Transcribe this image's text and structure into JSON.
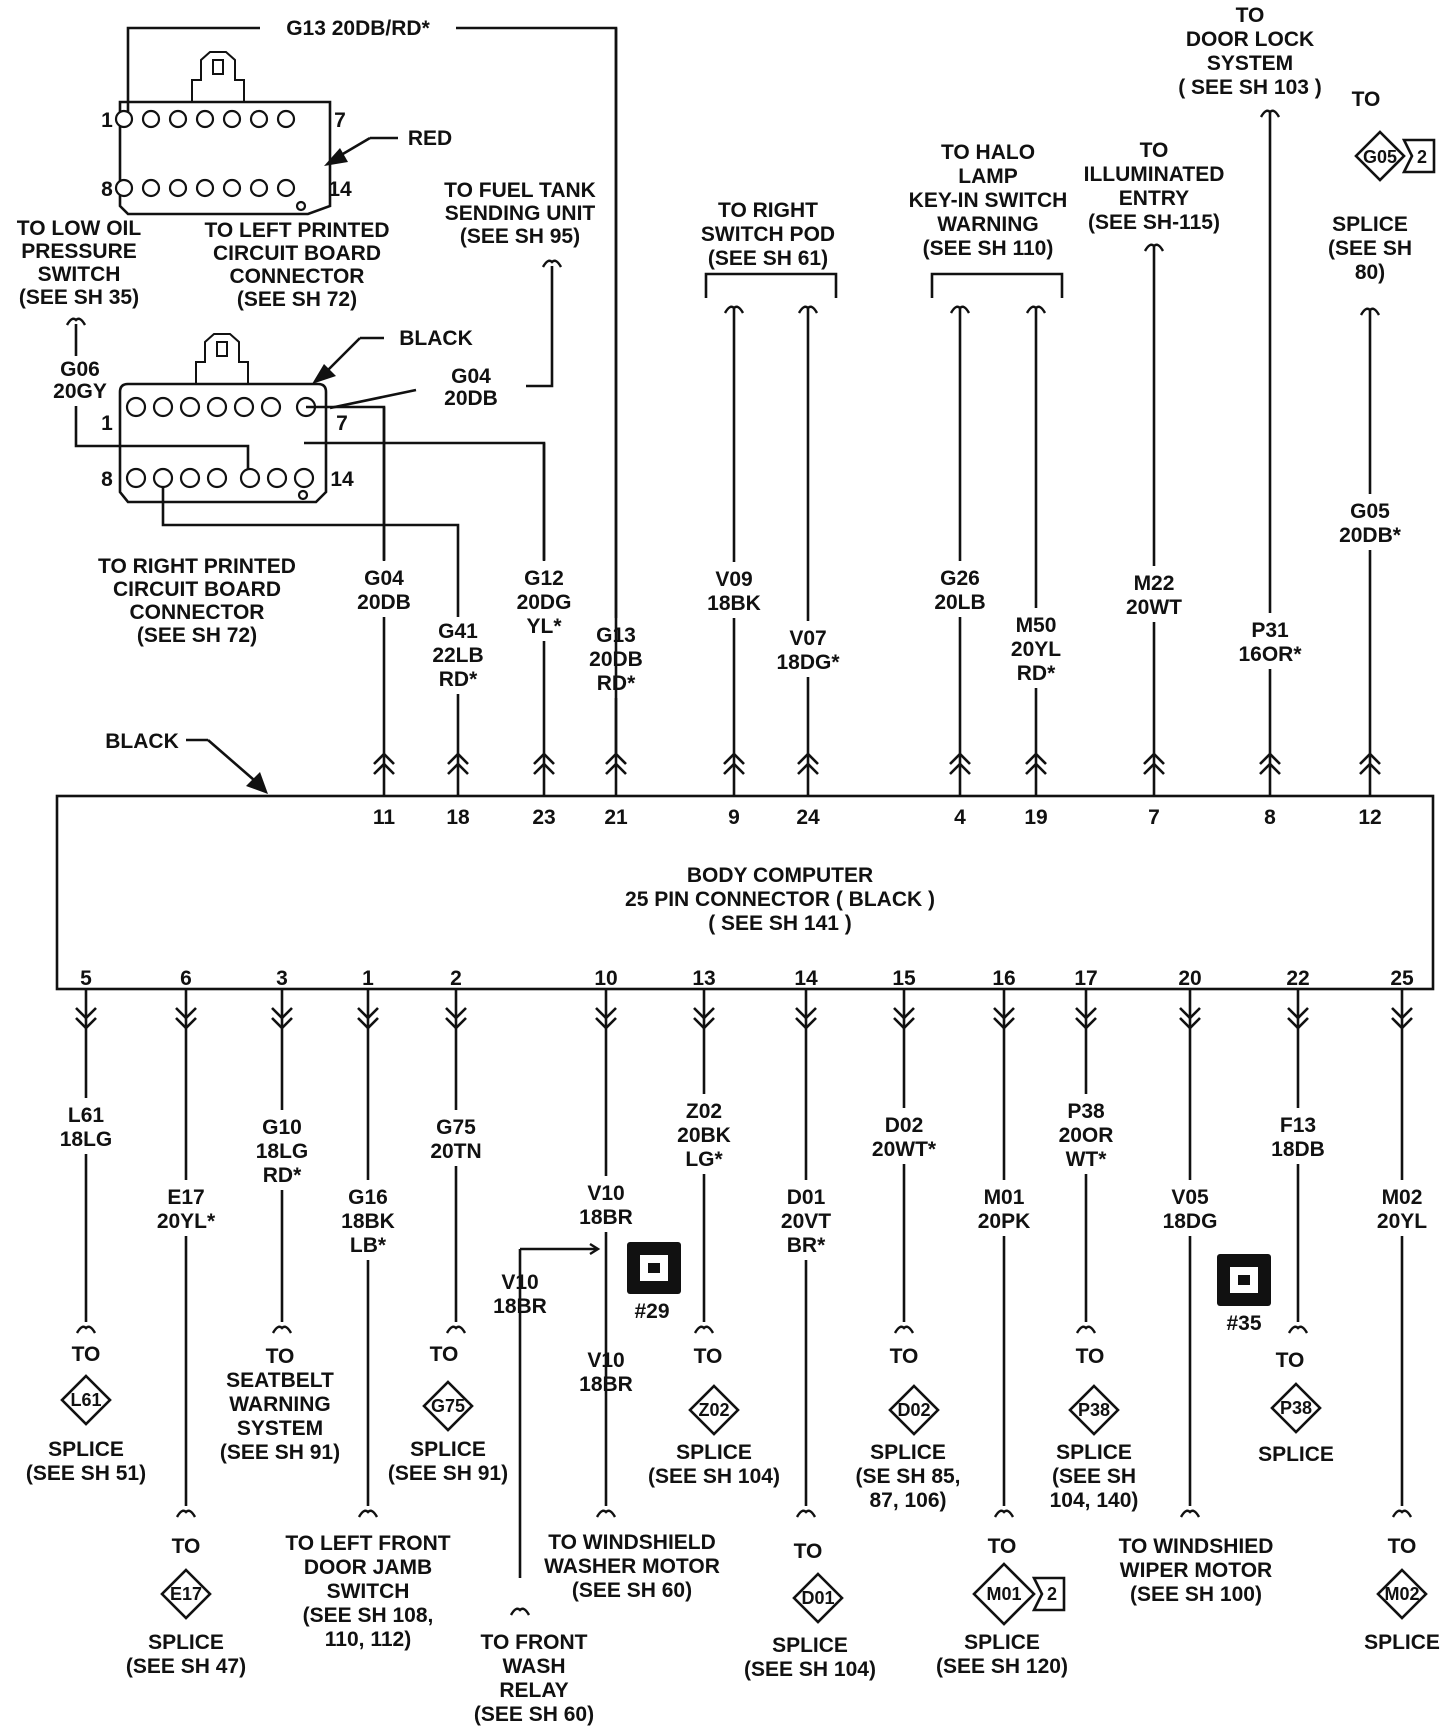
{
  "connectors": {
    "red": {
      "color_label": "RED",
      "pin_first_top": "1",
      "pin_last_top": "7",
      "pin_first_bottom": "8",
      "pin_last_bottom": "14",
      "dest": [
        "TO LEFT PRINTED",
        "CIRCUIT BOARD",
        "CONNECTOR",
        "(SEE SH 72)"
      ]
    },
    "black": {
      "color_label": "BLACK",
      "pin_first_top": "1",
      "pin_last_top": "7",
      "pin_first_bottom": "8",
      "pin_last_bottom": "14",
      "dest": [
        "TO RIGHT PRINTED",
        "CIRCUIT BOARD",
        "CONNECTOR",
        "(SEE SH 72)"
      ]
    }
  },
  "g13_top_label": "G13 20DB/RD*",
  "low_oil": {
    "dest": [
      "TO LOW OIL",
      "PRESSURE",
      "SWITCH",
      "(SEE SH 35)"
    ],
    "wire": [
      "G06",
      "20GY"
    ]
  },
  "fuel_tank": {
    "dest": [
      "TO FUEL TANK",
      "SENDING UNIT",
      "(SEE SH 95)"
    ],
    "wire": [
      "G04",
      "20DB"
    ]
  },
  "body_computer": {
    "title": "BODY COMPUTER",
    "subtitle": "25 PIN CONNECTOR ( BLACK )",
    "ref": "( SEE SH 141 )",
    "color_label": "BLACK"
  },
  "top_wires": [
    {
      "pin": "11",
      "wire": [
        "G04",
        "20DB"
      ]
    },
    {
      "pin": "18",
      "wire": [
        "G41",
        "22LB",
        "RD*"
      ]
    },
    {
      "pin": "23",
      "wire": [
        "G12",
        "20DG",
        "YL*"
      ]
    },
    {
      "pin": "21",
      "wire": [
        "G13",
        "20DB",
        "RD*"
      ]
    },
    {
      "pin": "9",
      "wire": [
        "V09",
        "18BK"
      ]
    },
    {
      "pin": "24",
      "wire": [
        "V07",
        "18DG*"
      ]
    },
    {
      "pin": "4",
      "wire": [
        "G26",
        "20LB"
      ]
    },
    {
      "pin": "19",
      "wire": [
        "M50",
        "20YL",
        "RD*"
      ]
    },
    {
      "pin": "7",
      "wire": [
        "M22",
        "20WT"
      ]
    },
    {
      "pin": "8",
      "wire": [
        "P31",
        "16OR*"
      ]
    },
    {
      "pin": "12",
      "wire": [
        "G05",
        "20DB*"
      ]
    }
  ],
  "top_destinations": {
    "right_switch_pod": [
      "TO RIGHT",
      "SWITCH  POD",
      "(SEE SH 61)"
    ],
    "halo_lamp": [
      "TO HALO",
      "LAMP",
      "KEY-IN SWITCH",
      "WARNING",
      "(SEE SH 110)"
    ],
    "illuminated_entry": [
      "TO",
      "ILLUMINATED",
      "ENTRY",
      "(SEE  SH-115)"
    ],
    "door_lock": [
      "TO",
      "DOOR LOCK",
      "SYSTEM",
      "( SEE SH 103 )"
    ],
    "g05_splice": {
      "to": "TO",
      "tag": "G05",
      "count": "2",
      "lines": [
        "SPLICE",
        "(SEE SH",
        "80)"
      ]
    }
  },
  "bottom_wires": [
    {
      "pin": "5",
      "wire": [
        "L61",
        "18LG"
      ]
    },
    {
      "pin": "6",
      "wire": [
        "E17",
        "20YL*"
      ]
    },
    {
      "pin": "3",
      "wire": [
        "G10",
        "18LG",
        "RD*"
      ]
    },
    {
      "pin": "1",
      "wire": [
        "G16",
        "18BK",
        "LB*"
      ]
    },
    {
      "pin": "2",
      "wire": [
        "G75",
        "20TN"
      ]
    },
    {
      "pin": "10",
      "wire": [
        "V10",
        "18BR"
      ]
    },
    {
      "pin": "13",
      "wire": [
        "Z02",
        "20BK",
        "LG*"
      ]
    },
    {
      "pin": "14",
      "wire": [
        "D01",
        "20VT",
        "BR*"
      ]
    },
    {
      "pin": "15",
      "wire": [
        "D02",
        "20WT*"
      ]
    },
    {
      "pin": "16",
      "wire": [
        "M01",
        "20PK"
      ]
    },
    {
      "pin": "17",
      "wire": [
        "P38",
        "20OR",
        "WT*"
      ]
    },
    {
      "pin": "20",
      "wire": [
        "V05",
        "18DG"
      ]
    },
    {
      "pin": "22",
      "wire": [
        "F13",
        "18DB"
      ]
    },
    {
      "pin": "25",
      "wire": [
        "M02",
        "20YL"
      ]
    }
  ],
  "v10_branches": {
    "left": [
      "V10",
      "18BR"
    ],
    "down": [
      "V10",
      "18BR"
    ],
    "marker": "#29"
  },
  "v05_marker": "#35",
  "bottom_destinations": {
    "l61": {
      "to": "TO",
      "tag": "L61",
      "lines": [
        "SPLICE",
        "(SEE SH 51)"
      ]
    },
    "e17": {
      "to": "TO",
      "tag": "E17",
      "lines": [
        "SPLICE",
        "(SEE SH 47)"
      ]
    },
    "seatbelt": [
      "TO",
      "SEATBELT",
      "WARNING",
      "SYSTEM",
      "(SEE SH 91)"
    ],
    "door_jamb": [
      "TO LEFT FRONT",
      "DOOR JAMB",
      "SWITCH",
      "(SEE SH 108,",
      "110, 112)"
    ],
    "g75": {
      "to": "TO",
      "tag": "G75",
      "lines": [
        "SPLICE",
        "(SEE SH 91)"
      ]
    },
    "front_wash": [
      "TO  FRONT",
      "WASH",
      "RELAY",
      "(SEE SH 60)"
    ],
    "washer_motor": [
      "TO WINDSHIELD",
      "WASHER  MOTOR",
      "(SEE SH 60)"
    ],
    "z02": {
      "to": "TO",
      "tag": "Z02",
      "lines": [
        "SPLICE",
        "(SEE SH 104)"
      ]
    },
    "d01": {
      "to": "TO",
      "tag": "D01",
      "lines": [
        "SPLICE",
        "(SEE SH 104)"
      ]
    },
    "d02": {
      "to": "TO",
      "tag": "D02",
      "lines": [
        "SPLICE",
        "(SE SH 85,",
        "87, 106)"
      ]
    },
    "m01": {
      "to": "TO",
      "tag": "M01",
      "count": "2",
      "lines": [
        "SPLICE",
        "(SEE SH 120)"
      ]
    },
    "p38a": {
      "to": "TO",
      "tag": "P38",
      "lines": [
        "SPLICE",
        "(SEE SH",
        "104, 140)"
      ]
    },
    "wiper_motor": [
      "TO WINDSHIED",
      "WIPER  MOTOR",
      "(SEE SH 100)"
    ],
    "p38b": {
      "to": "TO",
      "tag": "P38",
      "lines": [
        "SPLICE"
      ]
    },
    "m02": {
      "to": "TO",
      "tag": "M02",
      "lines": [
        "SPLICE"
      ]
    }
  }
}
